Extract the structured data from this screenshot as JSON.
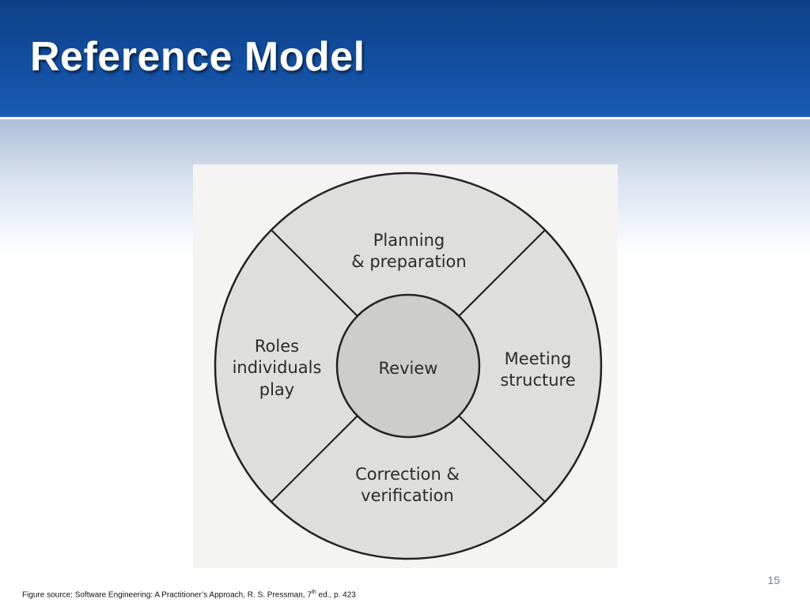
{
  "slide": {
    "title": "Reference Model",
    "page_number": "15",
    "source": {
      "prefix": "Figure source: Software Engineering: A Practitioner’s Approach, R. S. Pressman, 7",
      "superscript": "th",
      "suffix": " ed., p. 423"
    }
  },
  "diagram": {
    "center": "Review",
    "segments": {
      "top": [
        "Planning",
        "& preparation"
      ],
      "right": [
        "Meeting",
        "structure"
      ],
      "bottom": [
        "Correction &",
        "verification"
      ],
      "left": [
        "Roles",
        "individuals",
        "play"
      ]
    }
  },
  "colors": {
    "header": "#124c9c",
    "ring_fill": "#dededc",
    "center_fill": "#cdcdcb",
    "stroke": "#222222"
  }
}
